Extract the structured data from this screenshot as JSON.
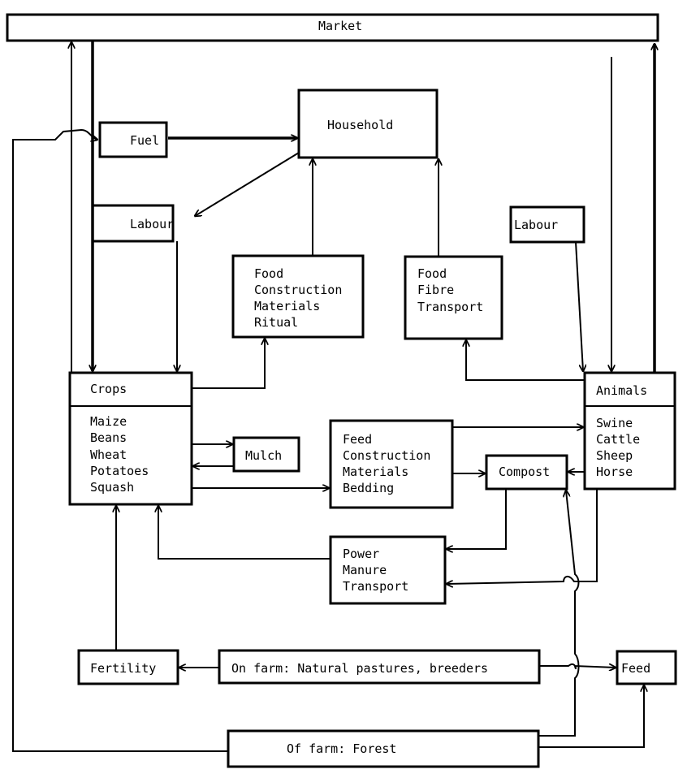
{
  "diagram": {
    "title": "Market",
    "nodes": {
      "market": {
        "label": "Market"
      },
      "fuel": {
        "label": "Fuel"
      },
      "household": {
        "label": "Household"
      },
      "labour_left": {
        "label": "Labour"
      },
      "labour_right": {
        "label": "Labour"
      },
      "hh_products_crops": {
        "lines": [
          "Food",
          "Construction",
          "Materials",
          "Ritual"
        ]
      },
      "hh_products_animals": {
        "lines": [
          "Food",
          "Fibre",
          "Transport"
        ]
      },
      "crops": {
        "header": "Crops",
        "lines": [
          "Maize",
          "Beans",
          "Wheat",
          "Potatoes",
          "Squash"
        ]
      },
      "mulch": {
        "label": "Mulch"
      },
      "feed_construction": {
        "lines": [
          "Feed",
          "Construction",
          "Materials",
          "Bedding"
        ]
      },
      "compost": {
        "label": "Compost"
      },
      "animals": {
        "header": "Animals",
        "lines": [
          "Swine",
          "Cattle",
          "Sheep",
          "Horse"
        ]
      },
      "power_manure": {
        "lines": [
          "Power",
          "Manure",
          "Transport"
        ]
      },
      "fertility": {
        "label": "Fertility"
      },
      "on_farm": {
        "label": "On farm:  Natural pastures, breeders"
      },
      "feed": {
        "label": "Feed"
      },
      "off_farm": {
        "label": "Of farm: Forest"
      }
    },
    "edges": [
      {
        "from": "crops",
        "to": "market"
      },
      {
        "from": "market",
        "to": "crops"
      },
      {
        "from": "animals",
        "to": "market"
      },
      {
        "from": "market",
        "to": "animals"
      },
      {
        "from": "off_farm",
        "to": "fuel"
      },
      {
        "from": "fuel",
        "to": "household"
      },
      {
        "from": "household",
        "to": "labour_left"
      },
      {
        "from": "labour_left",
        "to": "crops"
      },
      {
        "from": "labour_right",
        "to": "animals"
      },
      {
        "from": "hh_products_crops",
        "to": "household"
      },
      {
        "from": "hh_products_animals",
        "to": "household"
      },
      {
        "from": "crops",
        "to": "hh_products_crops"
      },
      {
        "from": "animals",
        "to": "hh_products_animals"
      },
      {
        "from": "crops",
        "to": "mulch"
      },
      {
        "from": "mulch",
        "to": "crops"
      },
      {
        "from": "crops",
        "to": "feed_construction"
      },
      {
        "from": "feed_construction",
        "to": "animals"
      },
      {
        "from": "feed_construction",
        "to": "compost"
      },
      {
        "from": "animals",
        "to": "compost"
      },
      {
        "from": "compost",
        "to": "power_manure"
      },
      {
        "from": "animals",
        "to": "power_manure"
      },
      {
        "from": "power_manure",
        "to": "crops"
      },
      {
        "from": "fertility",
        "to": "crops"
      },
      {
        "from": "on_farm",
        "to": "fertility"
      },
      {
        "from": "on_farm",
        "to": "feed"
      },
      {
        "from": "off_farm",
        "to": "compost"
      },
      {
        "from": "off_farm",
        "to": "feed"
      }
    ]
  }
}
